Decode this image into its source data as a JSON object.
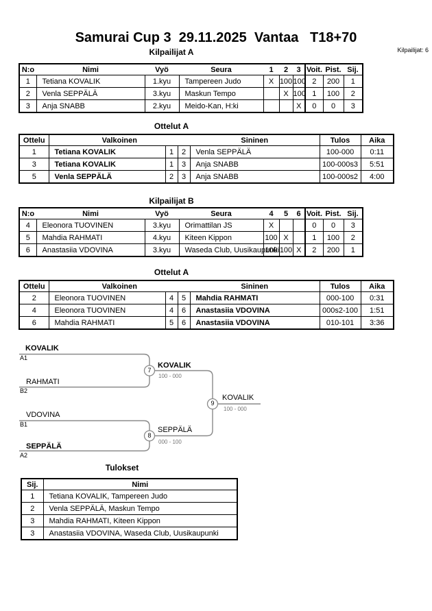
{
  "page": {
    "title": "Samurai Cup 3  29.11.2025  Vantaa   T18+70",
    "competitor_count_label": "Kilpailijat: 6"
  },
  "pool_a": {
    "heading": "Kilpailijat A",
    "headers": {
      "no": "N:o",
      "name": "Nimi",
      "belt": "Vyö",
      "club": "Seura",
      "m1": "1",
      "m2": "2",
      "m3": "3",
      "wins": "Voit.",
      "points": "Pist.",
      "place": "Sij."
    },
    "rows": [
      {
        "no": "1",
        "name": "Tetiana KOVALIK",
        "belt": "1.kyu",
        "club": "Tampereen Judo",
        "c1": "X",
        "c2": "100",
        "c3": "100",
        "wins": "2",
        "points": "200",
        "place": "1"
      },
      {
        "no": "2",
        "name": "Venla SEPPÄLÄ",
        "belt": "3.kyu",
        "club": "Maskun Tempo",
        "c1": "",
        "c2": "X",
        "c3": "100",
        "wins": "1",
        "points": "100",
        "place": "2"
      },
      {
        "no": "3",
        "name": "Anja SNABB",
        "belt": "2.kyu",
        "club": "Meido-Kan, H:ki",
        "c1": "",
        "c2": "",
        "c3": "X",
        "wins": "0",
        "points": "0",
        "place": "3"
      }
    ]
  },
  "matches_a": {
    "heading": "Ottelut A",
    "headers": {
      "match": "Ottelu",
      "white": "Valkoinen",
      "blue": "Sininen",
      "result": "Tulos",
      "time": "Aika"
    },
    "rows": [
      {
        "match": "1",
        "white": "Tetiana KOVALIK",
        "white_bold": true,
        "wn": "1",
        "bn": "2",
        "blue": "Venla SEPPÄLÄ",
        "blue_bold": false,
        "result": "100-000",
        "time": "0:11"
      },
      {
        "match": "3",
        "white": "Tetiana KOVALIK",
        "white_bold": true,
        "wn": "1",
        "bn": "3",
        "blue": "Anja SNABB",
        "blue_bold": false,
        "result": "100-000s3",
        "time": "5:51"
      },
      {
        "match": "5",
        "white": "Venla SEPPÄLÄ",
        "white_bold": true,
        "wn": "2",
        "bn": "3",
        "blue": "Anja SNABB",
        "blue_bold": false,
        "result": "100-000s2",
        "time": "4:00"
      }
    ]
  },
  "pool_b": {
    "heading": "Kilpailijat B",
    "headers": {
      "no": "N:o",
      "name": "Nimi",
      "belt": "Vyö",
      "club": "Seura",
      "m1": "4",
      "m2": "5",
      "m3": "6",
      "wins": "Voit.",
      "points": "Pist.",
      "place": "Sij."
    },
    "rows": [
      {
        "no": "4",
        "name": "Eleonora TUOVINEN",
        "belt": "3.kyu",
        "club": "Orimattilan JS",
        "c1": "X",
        "c2": "",
        "c3": "",
        "wins": "0",
        "points": "0",
        "place": "3"
      },
      {
        "no": "5",
        "name": "Mahdia RAHMATI",
        "belt": "4.kyu",
        "club": "Kiteen Kippon",
        "c1": "100",
        "c2": "X",
        "c3": "",
        "wins": "1",
        "points": "100",
        "place": "2"
      },
      {
        "no": "6",
        "name": "Anastasiia VDOVINA",
        "belt": "3.kyu",
        "club": "Waseda Club, Uusikaupunki",
        "c1": "100",
        "c2": "100",
        "c3": "X",
        "wins": "2",
        "points": "200",
        "place": "1"
      }
    ]
  },
  "matches_b": {
    "heading": "Ottelut A",
    "headers": {
      "match": "Ottelu",
      "white": "Valkoinen",
      "blue": "Sininen",
      "result": "Tulos",
      "time": "Aika"
    },
    "rows": [
      {
        "match": "2",
        "white": "Eleonora TUOVINEN",
        "white_bold": false,
        "wn": "4",
        "bn": "5",
        "blue": "Mahdia RAHMATI",
        "blue_bold": true,
        "result": "000-100",
        "time": "0:31"
      },
      {
        "match": "4",
        "white": "Eleonora TUOVINEN",
        "white_bold": false,
        "wn": "4",
        "bn": "6",
        "blue": "Anastasiia VDOVINA",
        "blue_bold": true,
        "result": "000s2-100",
        "time": "1:51"
      },
      {
        "match": "6",
        "white": "Mahdia RAHMATI",
        "white_bold": false,
        "wn": "5",
        "bn": "6",
        "blue": "Anastasiia VDOVINA",
        "blue_bold": true,
        "result": "010-101",
        "time": "3:36"
      }
    ]
  },
  "bracket": {
    "entries": [
      {
        "name": "KOVALIK",
        "seed": "A1"
      },
      {
        "name": "RAHMATI",
        "seed": "B2"
      },
      {
        "name": "VDOVINA",
        "seed": "B1"
      },
      {
        "name": "SEPPÄLÄ",
        "seed": "A2"
      }
    ],
    "semifinal1": {
      "number": "7",
      "winner": "KOVALIK",
      "score": "100 - 000"
    },
    "semifinal2": {
      "number": "8",
      "winner": "SEPPÄLÄ",
      "score": "000 - 100"
    },
    "final": {
      "number": "9",
      "winner": "KOVALIK",
      "score": "100 - 000"
    },
    "line_color": "#898989",
    "score_color": "#757575"
  },
  "results": {
    "heading": "Tulokset",
    "headers": {
      "place": "Sij.",
      "name": "Nimi"
    },
    "rows": [
      {
        "place": "1",
        "name": "Tetiana KOVALIK, Tampereen Judo"
      },
      {
        "place": "2",
        "name": "Venla SEPPÄLÄ, Maskun Tempo"
      },
      {
        "place": "3",
        "name": "Mahdia RAHMATI, Kiteen Kippon"
      },
      {
        "place": "3",
        "name": "Anastasiia VDOVINA, Waseda Club, Uusikaupunki"
      }
    ]
  }
}
